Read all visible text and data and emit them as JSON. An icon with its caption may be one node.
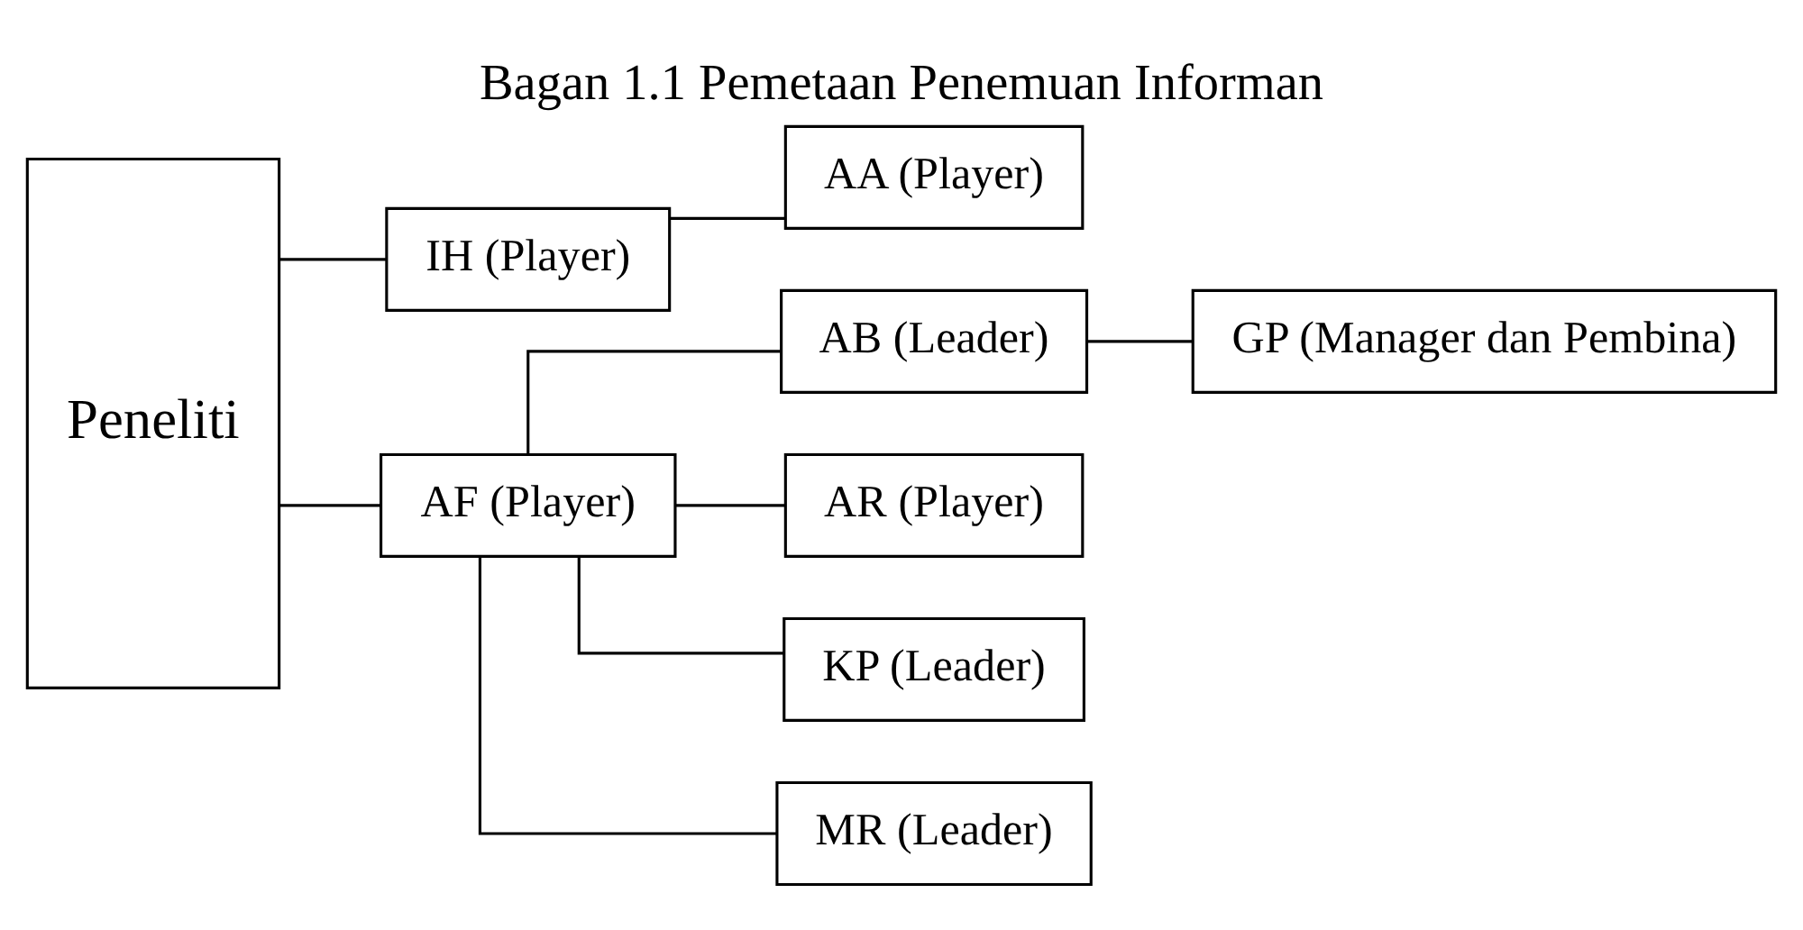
{
  "diagram": {
    "title": "Bagan 1.1 Pemetaan Penemuan Informan",
    "nodes": [
      {
        "text": [
          "Peneliti"
        ]
      },
      {
        "text": [
          "IH (Player)"
        ]
      },
      {
        "text": [
          "AA (Player)"
        ]
      },
      {
        "text": [
          "AB (Leader)"
        ]
      },
      {
        "text": [
          "GP (Manager dan Pembina)"
        ]
      },
      {
        "text": [
          "AF (Player)"
        ]
      },
      {
        "text": [
          "AR (Player)"
        ]
      },
      {
        "text": [
          "KP (Leader)"
        ]
      },
      {
        "text": [
          "MR (Leader)"
        ]
      }
    ],
    "edges": [
      {
        "from": 0,
        "to": 1,
        "arrow": "none"
      },
      {
        "from": 0,
        "to": 5,
        "arrow": "none"
      },
      {
        "from": 1,
        "to": 2,
        "arrow": "none"
      },
      {
        "from": 5,
        "to": 3,
        "arrow": "none"
      },
      {
        "from": 5,
        "to": 6,
        "arrow": "none"
      },
      {
        "from": 5,
        "to": 7,
        "arrow": "none"
      },
      {
        "from": 5,
        "to": 8,
        "arrow": "none"
      },
      {
        "from": 3,
        "to": 4,
        "arrow": "none"
      }
    ]
  }
}
